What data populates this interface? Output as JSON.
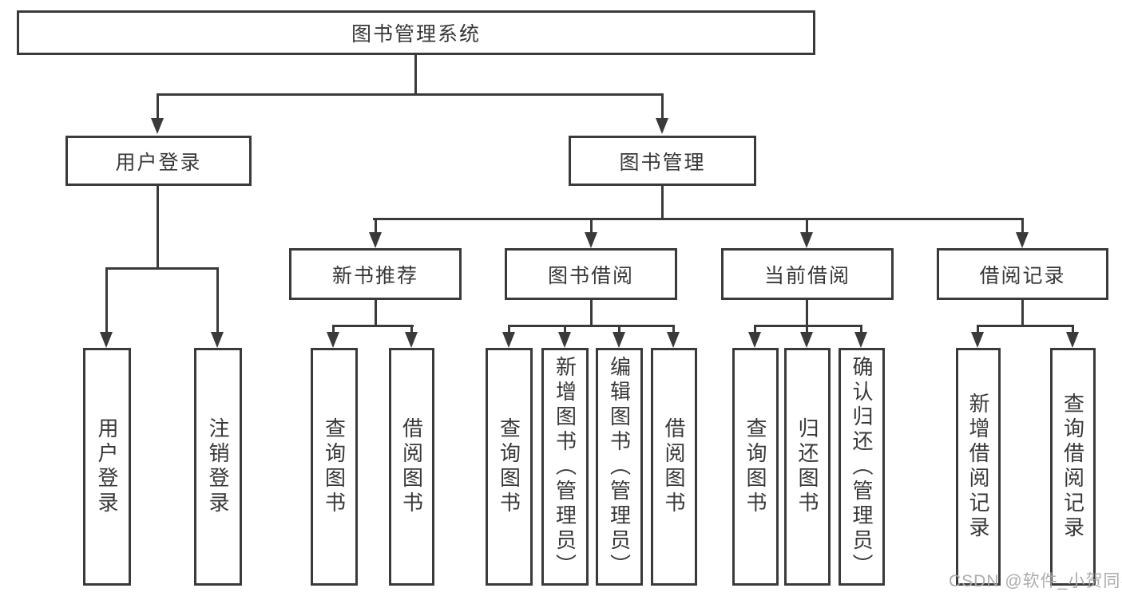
{
  "diagram_title": "图书管理系统",
  "tree": {
    "root": {
      "label": "图书管理系统"
    },
    "branches": [
      {
        "label": "用户登录",
        "children": [
          {
            "label": "用户登录"
          },
          {
            "label": "注销登录"
          }
        ]
      },
      {
        "label": "图书管理",
        "children": [
          {
            "label": "新书推荐",
            "children": [
              {
                "label": "查询图书"
              },
              {
                "label": "借阅图书"
              }
            ]
          },
          {
            "label": "图书借阅",
            "children": [
              {
                "label": "查询图书"
              },
              {
                "label": "新增图书（管理员）"
              },
              {
                "label": "编辑图书（管理员）"
              },
              {
                "label": "借阅图书"
              }
            ]
          },
          {
            "label": "当前借阅",
            "children": [
              {
                "label": "查询图书"
              },
              {
                "label": "归还图书"
              },
              {
                "label": "确认归还（管理员）"
              }
            ]
          },
          {
            "label": "借阅记录",
            "children": [
              {
                "label": "新增借阅记录"
              },
              {
                "label": "查询借阅记录"
              }
            ]
          }
        ]
      }
    ]
  },
  "watermark": {
    "text": "CSDN @软件_小贺同学"
  },
  "colors": {
    "line": "#3a3a3a",
    "box_border": "#3a3a3a",
    "text": "#383838",
    "watermark": "#a8a8a8",
    "background": "#ffffff"
  }
}
